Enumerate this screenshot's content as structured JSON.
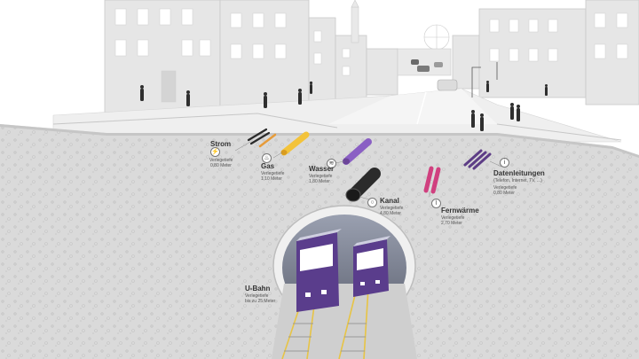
{
  "labels": {
    "strom": {
      "name": "Strom",
      "depth_caption": "Verlegetiefe",
      "depth": "0,80 Meter"
    },
    "gas": {
      "name": "Gas",
      "depth_caption": "Verlegetiefe",
      "depth": "1,10 Meter"
    },
    "wasser": {
      "name": "Wasser",
      "depth_caption": "Verlegetiefe",
      "depth": "1,80 Meter"
    },
    "kanal": {
      "name": "Kanal",
      "depth_caption": "Verlegetiefe",
      "depth": "4,80 Meter"
    },
    "fernwaerme": {
      "name": "Fernwärme",
      "depth_caption": "Verlegetiefe",
      "depth": "2,70 Meter"
    },
    "daten": {
      "name": "Datenleitungen",
      "detail": "(Telefon, Internet, TV, ...)",
      "depth_caption": "Verlegetiefe",
      "depth": "0,80 Meter"
    },
    "ubahn": {
      "name": "U-Bahn",
      "depth_caption": "Verlegetiefe",
      "depth": "bis zu 25 Meter"
    }
  },
  "icons": [
    "lightning-icon",
    "flame-icon",
    "water-drop-icon",
    "sewer-icon",
    "thermometer-icon",
    "info-icon"
  ],
  "colors": {
    "ground": "#d9d9d9",
    "street": "#ececec",
    "buildings": "#e8e8e8",
    "gas_pipe": "#f3c33a",
    "water_pipe": "#8a5fc4",
    "heat_pipe": "#d0407f",
    "data_pipe": "#5d3d86",
    "train": "#5a3d8c",
    "rail": "#e7c446"
  }
}
